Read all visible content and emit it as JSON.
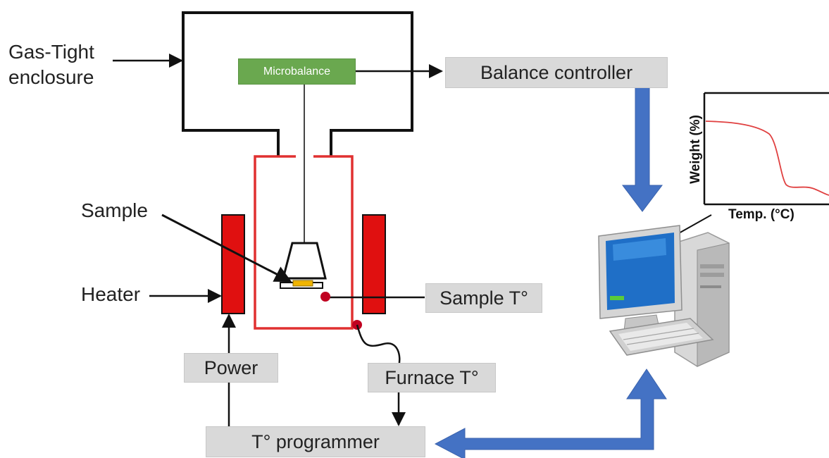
{
  "labels": {
    "enclosure_line1": "Gas-Tight",
    "enclosure_line2": "enclosure",
    "sample": "Sample",
    "heater": "Heater"
  },
  "boxes": {
    "microbalance": "Microbalance",
    "balance_controller": "Balance controller",
    "sample_temp": "Sample T°",
    "furnace_temp": "Furnace T°",
    "power": "Power",
    "programmer": "T° programmer"
  },
  "inset_chart": {
    "ylabel": "Weight (%)",
    "xlabel": "Temp. (°C)"
  },
  "colors": {
    "enclosure": "#111111",
    "furnace_tube": "#e03030",
    "heater_fill": "#e01010",
    "thermocouple": "#c00020",
    "big_arrow": "#4472c4",
    "microbalance": "#6aa84f",
    "sample_fill": "#f0b400",
    "curve": "#e04040"
  },
  "icons": [
    "computer-icon"
  ]
}
